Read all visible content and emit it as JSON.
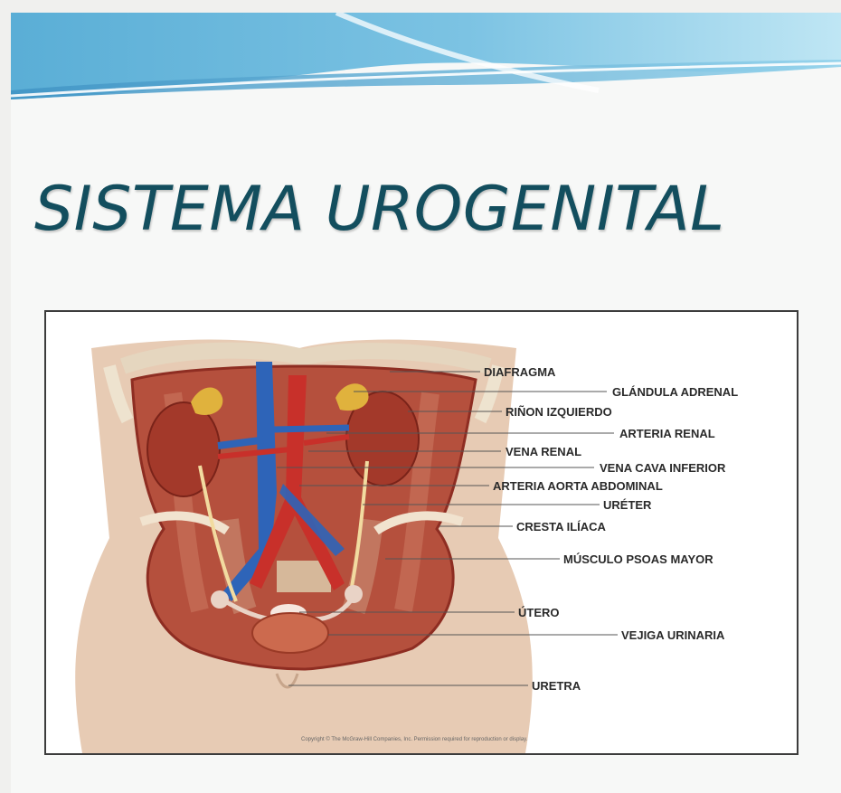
{
  "slide": {
    "title": "SISTEMA UROGENITAL",
    "colors": {
      "title": "#134e5e",
      "wave_dark": "#5aaed6",
      "wave_light": "#bfe6f4"
    }
  },
  "figure": {
    "labels": {
      "diafragma": "DIAFRAGMA",
      "glandula_adrenal": "GLÁNDULA ADRENAL",
      "rinon_izquierdo": "RIÑON IZQUIERDO",
      "arteria_renal": "ARTERIA RENAL",
      "vena_renal": "VENA RENAL",
      "vena_cava_inferior": "VENA CAVA INFERIOR",
      "arteria_aorta": "ARTERIA AORTA ABDOMINAL",
      "ureter": "URÉTER",
      "cresta_iliaca": "CRESTA ILÍACA",
      "musculo_psoas": "MÚSCULO PSOAS MAYOR",
      "utero": "ÚTERO",
      "vejiga": "VEJIGA URINARIA",
      "uretra": "URETRA"
    },
    "copyright": "Copyright © The McGraw-Hill Companies, Inc. Permission required for reproduction or display."
  }
}
